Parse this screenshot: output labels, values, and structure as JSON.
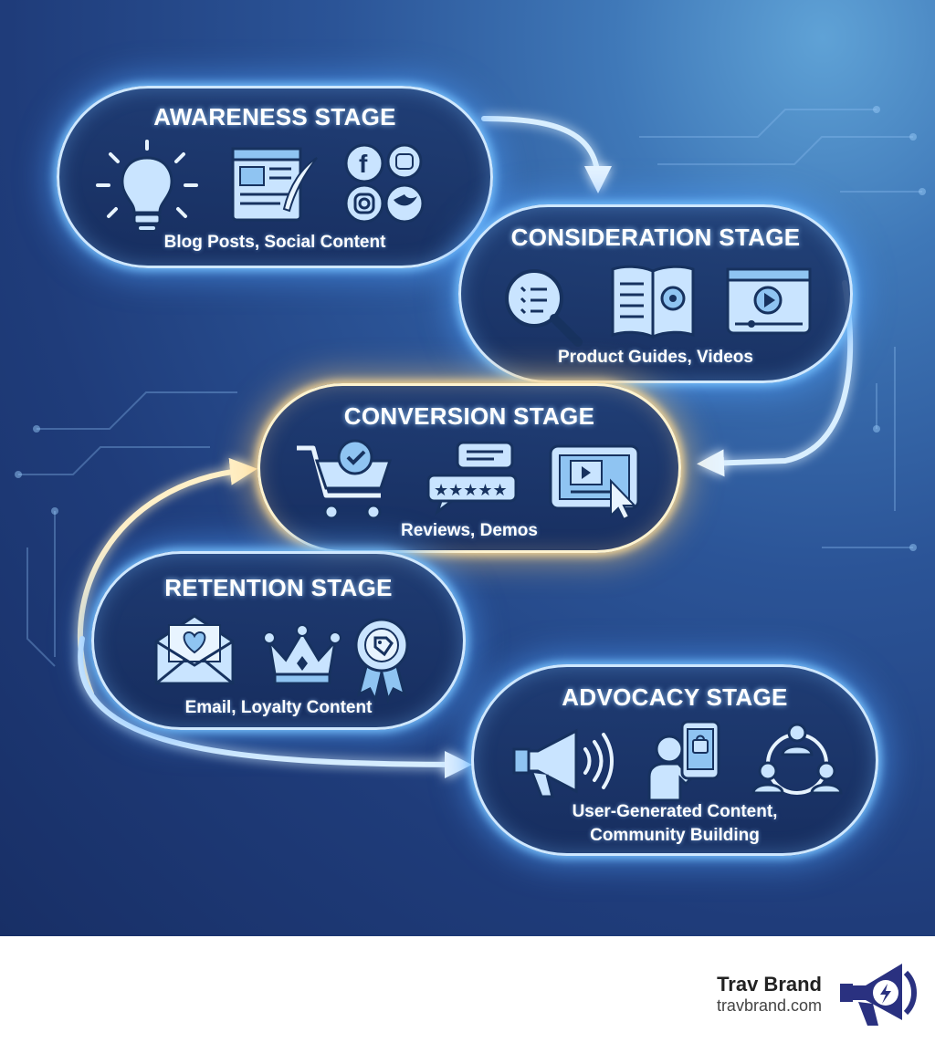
{
  "stages": [
    {
      "title": "AWARENESS STAGE",
      "caption": "Blog Posts, Social Content"
    },
    {
      "title": "CONSIDERATION STAGE",
      "caption": "Product Guides, Videos"
    },
    {
      "title": "CONVERSION STAGE",
      "caption": "Reviews, Demos"
    },
    {
      "title": "RETENTION STAGE",
      "caption": "Email, Loyalty Content"
    },
    {
      "title": "ADVOCACY STAGE",
      "caption_line1": "User-Generated Content,",
      "caption_line2": "Community Building"
    }
  ],
  "brand": {
    "name": "Trav Brand",
    "url": "travbrand.com"
  },
  "colors": {
    "background": "#1f3c7a",
    "glow": "#8fd0ff",
    "highlight": "#ffe3a3",
    "icon_fill": "#c9e4ff",
    "icon_stroke": "#17325f",
    "brand_logo": "#2a3180"
  }
}
